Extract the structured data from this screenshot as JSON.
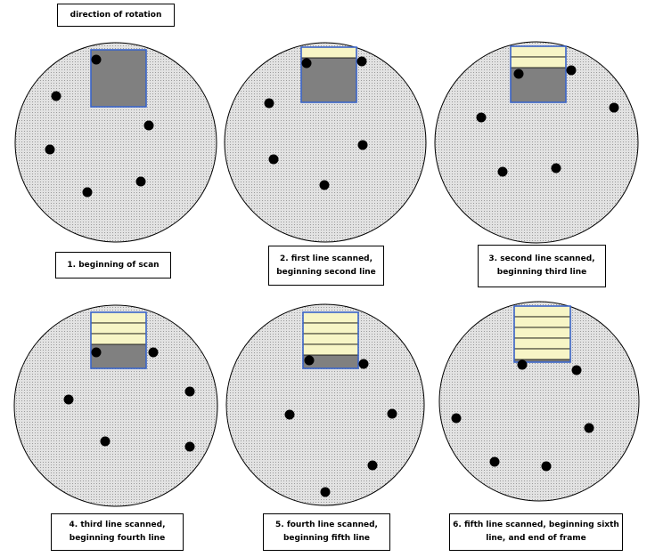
{
  "title_label": "direction of rotation",
  "colors": {
    "disk_fill": "#e2e2e2",
    "disk_stipple": "#9a9a9a",
    "scan_window_fill": "#808080",
    "scan_window_border": "#3a64c8",
    "scanned_line_fill": "#f7f5c6",
    "dot": "#000000"
  },
  "panels": [
    {
      "label": "1.  beginning of scan",
      "scanned_lines": 0
    },
    {
      "label": "2.  first line scanned,\nbeginning second line",
      "scanned_lines": 1
    },
    {
      "label": "3.  second  line scanned,\nbeginning third line",
      "scanned_lines": 2
    },
    {
      "label": "4.  third line scanned,\nbeginning fourth line",
      "scanned_lines": 3
    },
    {
      "label": "5.  fourth line scanned,\nbeginning fifth line",
      "scanned_lines": 4
    },
    {
      "label": "6.  fifth line scanned, beginning sixth\nline, and end of frame",
      "scanned_lines": 5
    }
  ]
}
